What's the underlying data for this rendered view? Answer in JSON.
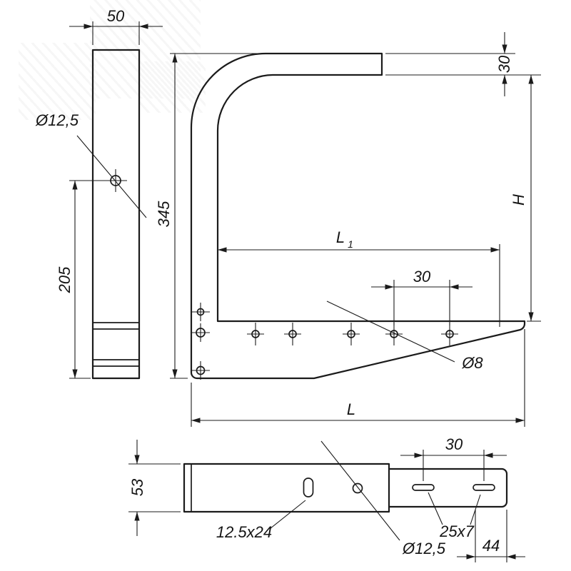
{
  "drawing": {
    "type": "technical-drawing-bracket",
    "colors": {
      "line": "#1b1b1b",
      "background": "#ffffff",
      "watermark": "#ececec"
    },
    "views": {
      "post_side_view": {
        "width": "50",
        "hole_dia": "Ø12,5",
        "hole_height": "205"
      },
      "front_view": {
        "height": "345",
        "arm_thickness": "30",
        "wall_height": "H",
        "arm_length_main": "L",
        "arm_length_sub": "1",
        "hole_spacing": "30",
        "hole_dia": "Ø8",
        "base_length": "L"
      },
      "top_view": {
        "depth": "53",
        "slot_size": "12.5x24",
        "hole_dia": "Ø12,5",
        "end_slots": "25x7",
        "slot_spacing": "30",
        "end_offset": "44"
      }
    }
  }
}
